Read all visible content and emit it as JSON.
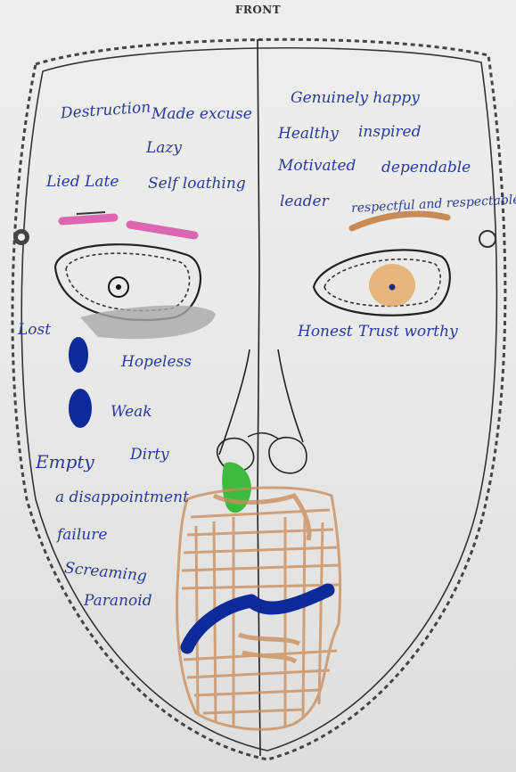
{
  "header": {
    "title": "FRONT"
  },
  "left_side": {
    "words": [
      "Destruction",
      "Made excuse",
      "Lazy",
      "Lied Late",
      "Self loathing",
      "Lost",
      "Hopeless",
      "Weak",
      "Empty",
      "Dirty",
      "a disappointment",
      "failure",
      "Screaming",
      "Paranoid"
    ]
  },
  "right_side": {
    "words": [
      "Genuinely happy",
      "Healthy",
      "inspired",
      "Motivated",
      "dependable",
      "leader",
      "respectful and respectable",
      "Honest",
      "Trust worthy"
    ]
  },
  "marks": {
    "left_dot": "•",
    "right_dot": "§"
  },
  "colors": {
    "ink_blue": "#2a3a9a",
    "marker_blue": "#0d2a9a",
    "pink": "#d94fa8",
    "brown": "#c98a56",
    "green": "#3dbb3d",
    "gray_shadow": "#a9aaa6",
    "pencil": "#222222"
  }
}
